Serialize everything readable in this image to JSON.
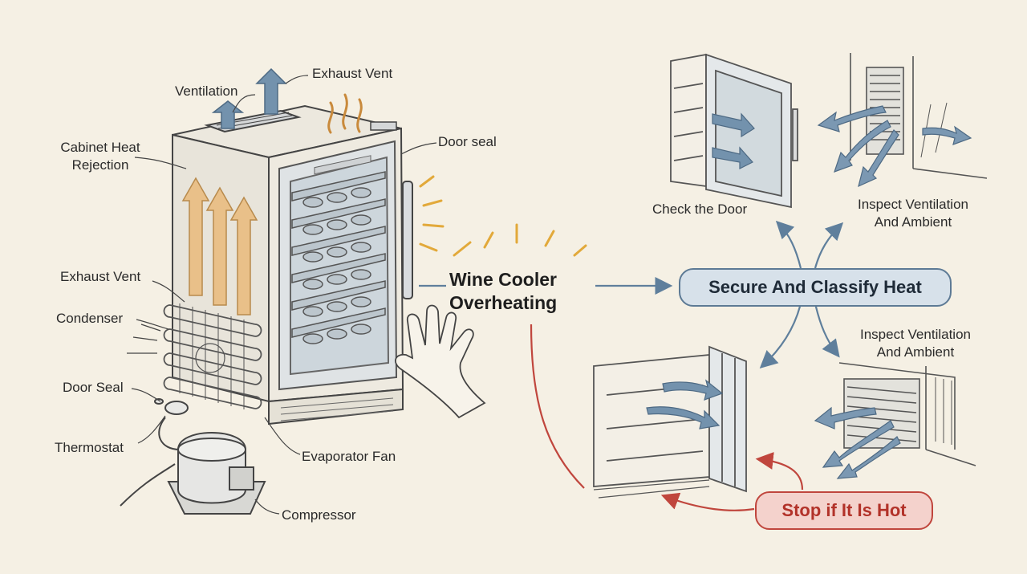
{
  "diagram": {
    "center_title": "Wine Cooler\nOverheating",
    "primary_step": "Secure And Classify Heat",
    "warning_step": "Stop if It Is Hot",
    "colors": {
      "background": "#f5f0e4",
      "flow_arrow": "#6a8aa6",
      "warning": "#c0463d",
      "heat_arrow": "#e9c089",
      "ink": "#3a3a3a"
    },
    "anatomy_labels": {
      "ventilation": "Ventilation",
      "exhaust_vent_top": "Exhaust Vent",
      "door_seal_top": "Door seal",
      "cabinet_heat_rejection": "Cabinet Heat\nRejection",
      "exhaust_vent_side": "Exhaust Vent",
      "condenser": "Condenser",
      "door_seal_side": "Door Seal",
      "thermostat": "Thermostat",
      "evaporator_fan": "Evaporator Fan",
      "compressor": "Compressor"
    },
    "branches": {
      "check_door": "Check the Door",
      "inspect_top": "Inspect Ventilation\nAnd Ambient",
      "inspect_bottom": "Inspect Ventilation\nAnd Ambient"
    },
    "icons": [
      "heat-wave-icon",
      "alert-burst-icon",
      "hand-icon",
      "compressor-icon",
      "vent-grille-icon",
      "airflow-arrow-icon"
    ]
  }
}
